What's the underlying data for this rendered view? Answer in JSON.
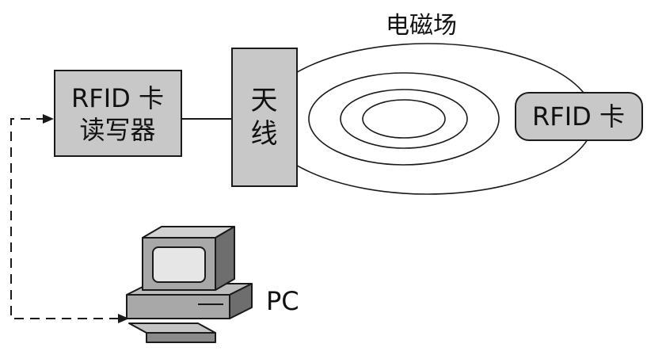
{
  "diagram": {
    "reader_line1": "RFID 卡",
    "reader_line2": "读写器",
    "antenna_char1": "天",
    "antenna_char2": "线",
    "field_label": "电磁场",
    "tag_label": "RFID 卡",
    "pc_label": "PC"
  },
  "colors": {
    "box_fill": "#c8c8c8",
    "stroke": "#1a1a1a",
    "monitor_screen": "#e6e6e6"
  }
}
